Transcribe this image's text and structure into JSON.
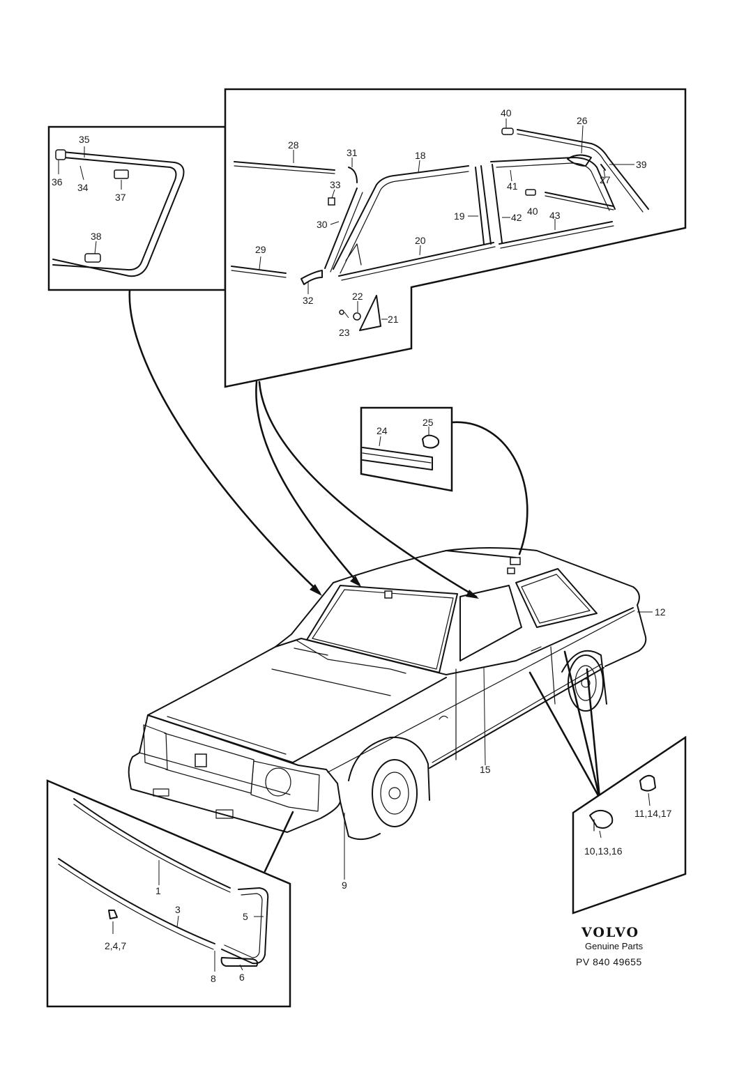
{
  "callouts": {
    "c1": "1",
    "c3": "3",
    "c247": "2,4,7",
    "c5": "5",
    "c6": "6",
    "c8": "8",
    "c9": "9",
    "c101316": "10,13,16",
    "c111417": "11,14,17",
    "c12": "12",
    "c15": "15",
    "c18": "18",
    "c19": "19",
    "c20": "20",
    "c21": "21",
    "c22": "22",
    "c23": "23",
    "c24": "24",
    "c25": "25",
    "c26": "26",
    "c27": "27",
    "c28": "28",
    "c29": "29",
    "c30": "30",
    "c31": "31",
    "c32": "32",
    "c33": "33",
    "c34": "34",
    "c35": "35",
    "c36": "36",
    "c37": "37",
    "c38": "38",
    "c39": "39",
    "c40a": "40",
    "c40b": "40",
    "c41": "41",
    "c42": "42",
    "c43": "43"
  },
  "branding": {
    "logo_text": "VOLVO",
    "subtitle": "Genuine Parts",
    "reference": "PV  840  49655"
  }
}
